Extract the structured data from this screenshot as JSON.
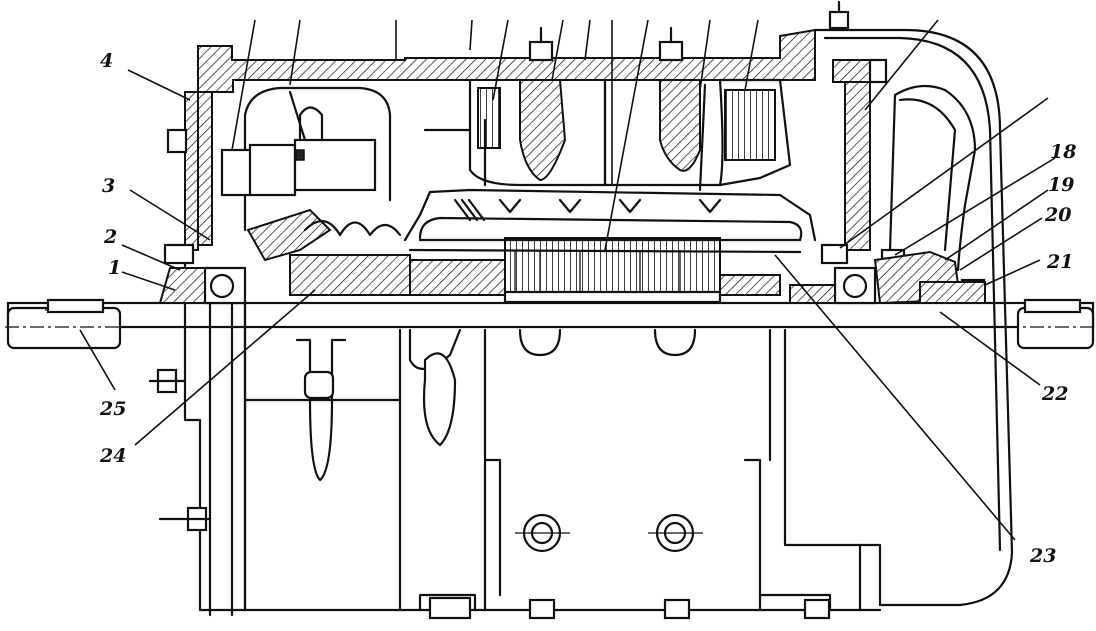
{
  "diagram": {
    "callouts": [
      {
        "id": "c1",
        "text": "1"
      },
      {
        "id": "c2",
        "text": "2"
      },
      {
        "id": "c3",
        "text": "3"
      },
      {
        "id": "c4",
        "text": "4"
      },
      {
        "id": "c18",
        "text": "18"
      },
      {
        "id": "c19",
        "text": "19"
      },
      {
        "id": "c20",
        "text": "20"
      },
      {
        "id": "c21",
        "text": "21"
      },
      {
        "id": "c22",
        "text": "22"
      },
      {
        "id": "c23",
        "text": "23"
      },
      {
        "id": "c24",
        "text": "24"
      },
      {
        "id": "c25",
        "text": "25"
      }
    ]
  }
}
